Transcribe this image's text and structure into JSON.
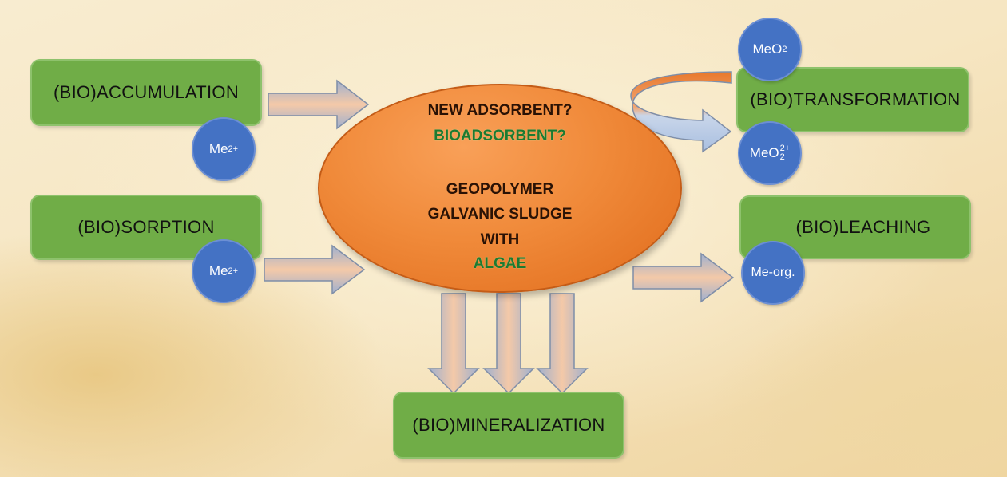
{
  "boxes": {
    "accumulation": "(BIO)ACCUMULATION",
    "sorption": "(BIO)SORPTION",
    "transformation": "(BIO)TRANSFORMATION",
    "leaching": "(BIO)LEACHING",
    "mineralization": "(BIO)MINERALIZATION"
  },
  "circles": {
    "accumulation_ion": {
      "base": "Me",
      "sup": "2+"
    },
    "sorption_ion": {
      "base": "Me",
      "sup": "2+"
    },
    "transformation_top": {
      "base": "MeO",
      "sub": "2"
    },
    "transformation_bottom": {
      "base": "MeO",
      "sub": "2",
      "sup": "2+"
    },
    "leaching_ion": "Me-org."
  },
  "center": {
    "line1": "NEW ADSORBENT?",
    "line2": "BIOADSORBENT?",
    "line3": "GEOPOLYMER",
    "line4": "GALVANIC SLUDGE",
    "line5": "WITH",
    "line6": "ALGAE"
  },
  "colors": {
    "box_fill": "#70ad47",
    "circle_fill": "#4472c4",
    "ellipse_fill": "#f08a3a",
    "highlight_text": "#1e7a30"
  }
}
